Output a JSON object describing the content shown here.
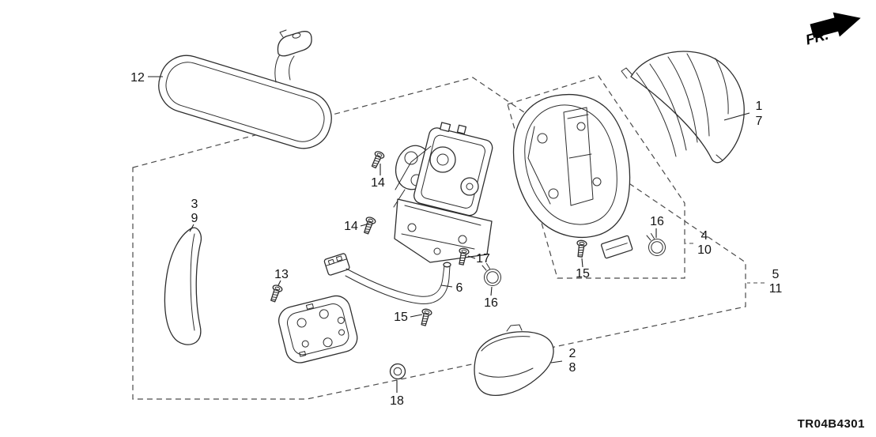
{
  "diagram": {
    "code": "TR04B4301",
    "fr_label": "FR.",
    "colors": {
      "line": "#2e2e2e",
      "dashed": "#4a4a4a",
      "text": "#141414",
      "background": "#ffffff"
    },
    "callouts": [
      {
        "name": "interior-mirror",
        "text": "12"
      },
      {
        "name": "outer-cover-upper",
        "text": "1"
      },
      {
        "name": "outer-cover-lower",
        "text": "7"
      },
      {
        "name": "screw-top",
        "text": "14"
      },
      {
        "name": "screw-mid",
        "text": "14"
      },
      {
        "name": "mirror-glass-upper",
        "text": "3"
      },
      {
        "name": "mirror-glass-lower",
        "text": "9"
      },
      {
        "name": "base-screw",
        "text": "13"
      },
      {
        "name": "harness-stay",
        "text": "6"
      },
      {
        "name": "stay-screw",
        "text": "17"
      },
      {
        "name": "clamp-left",
        "text": "16"
      },
      {
        "name": "screw-left",
        "text": "15"
      },
      {
        "name": "grommet",
        "text": "18"
      },
      {
        "name": "lower-cover-upper",
        "text": "2"
      },
      {
        "name": "lower-cover-lower",
        "text": "8"
      },
      {
        "name": "screw-right",
        "text": "15"
      },
      {
        "name": "clamp-right",
        "text": "16"
      },
      {
        "name": "housing-upper",
        "text": "4"
      },
      {
        "name": "housing-lower",
        "text": "10"
      },
      {
        "name": "assembly-upper",
        "text": "5"
      },
      {
        "name": "assembly-lower",
        "text": "11"
      }
    ]
  }
}
